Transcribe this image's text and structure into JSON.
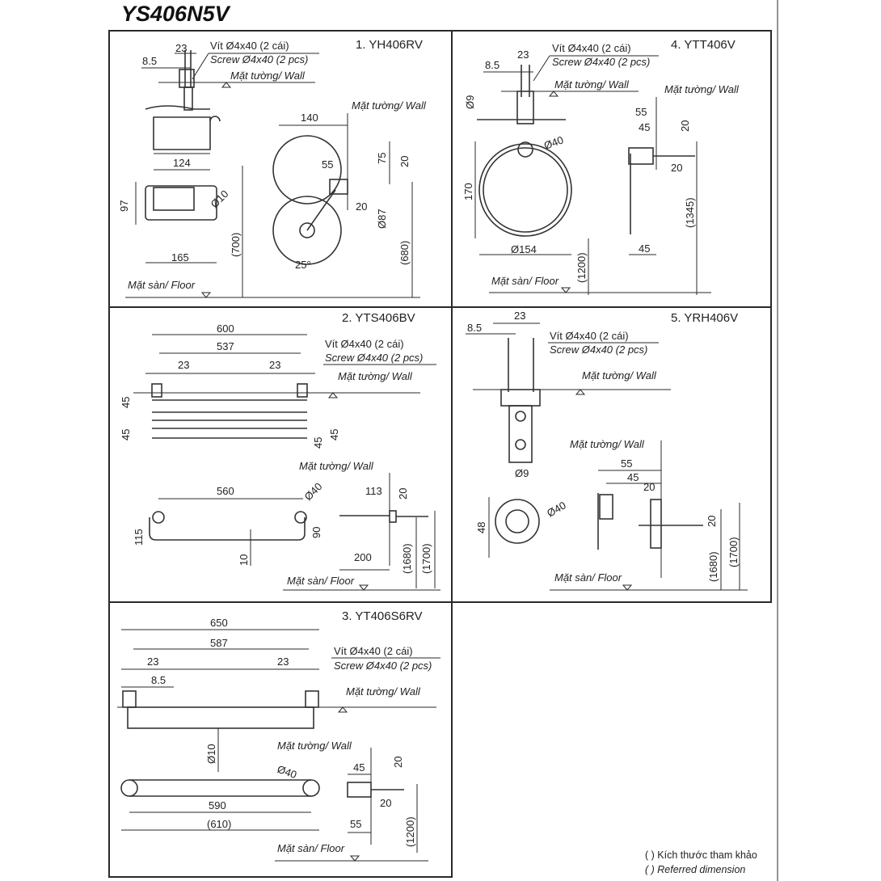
{
  "title": "YS406N5V",
  "labels": {
    "screw_vi": "Vít Ø4x40 (2 cái)",
    "screw_en": "Screw Ø4x40 (2 pcs)",
    "wall": "Mặt tường/ Wall",
    "floor": "Mặt sàn/ Floor"
  },
  "parts": [
    {
      "heading": "1. YH406RV",
      "dims": {
        "d1": "23",
        "d2": "8.5",
        "d3": "124",
        "d4": "97",
        "d5": "Ø10",
        "d6": "165",
        "d7": "(700)",
        "d8": "140",
        "d9": "55",
        "d10": "75",
        "d11": "20",
        "d12": "20",
        "d13": "Ø87",
        "d14": "(680)",
        "d15": "25°"
      }
    },
    {
      "heading": "2. YTS406BV",
      "dims": {
        "d1": "600",
        "d2": "537",
        "d3": "23",
        "d4": "23",
        "d5": "45",
        "d6": "45",
        "d7": "45",
        "d8": "45",
        "d9": "560",
        "d10": "Ø40",
        "d11": "113",
        "d12": "20",
        "d13": "115",
        "d14": "90",
        "d15": "10",
        "d16": "200",
        "d17": "(1680)",
        "d18": "(1700)"
      }
    },
    {
      "heading": "3. YT406S6RV",
      "dims": {
        "d1": "650",
        "d2": "587",
        "d3": "23",
        "d4": "23",
        "d5": "8.5",
        "d6": "Ø10",
        "d7": "Ø40",
        "d8": "45",
        "d9": "20",
        "d10": "590",
        "d11": "(610)",
        "d12": "20",
        "d13": "55",
        "d14": "(1200)"
      }
    },
    {
      "heading": "4. YTT406V",
      "dims": {
        "d1": "23",
        "d2": "8.5",
        "d3": "Ø9",
        "d4": "Ø40",
        "d5": "170",
        "d6": "Ø154",
        "d7": "(1200)",
        "d8": "55",
        "d9": "45",
        "d10": "20",
        "d11": "20",
        "d12": "(1345)",
        "d13": "45"
      }
    },
    {
      "heading": "5. YRH406V",
      "dims": {
        "d1": "23",
        "d2": "8.5",
        "d3": "Ø9",
        "d4": "48",
        "d5": "Ø40",
        "d6": "55",
        "d7": "45",
        "d8": "20",
        "d9": "20",
        "d10": "(1680)",
        "d11": "(1700)"
      }
    }
  ],
  "legend": {
    "line1": "( ) Kích thước tham khảo",
    "line2": "( ) Referred dimension"
  }
}
